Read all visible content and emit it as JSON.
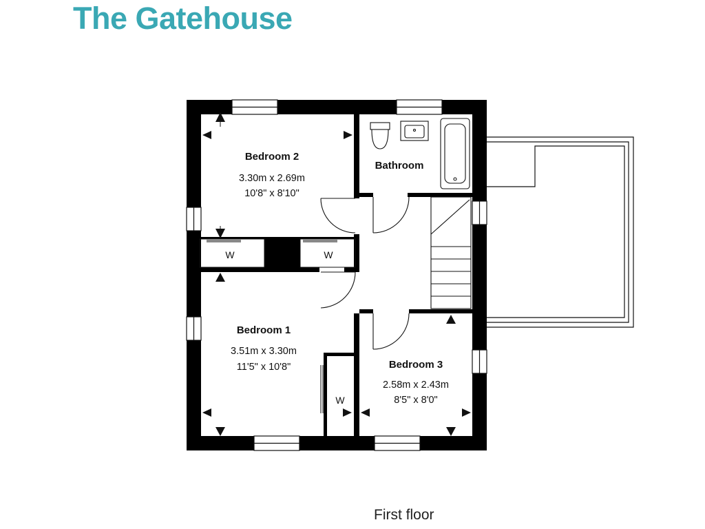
{
  "title": "The Gatehouse",
  "caption": "First floor",
  "colors": {
    "title": "#3aa8b4",
    "wall": "#000000",
    "line": "#111111"
  },
  "rooms": {
    "bedroom2": {
      "name": "Bedroom 2",
      "metric": "3.30m x 2.69m",
      "imperial": "10'8\" x 8'10\""
    },
    "bathroom": {
      "name": "Bathroom"
    },
    "bedroom1": {
      "name": "Bedroom 1",
      "metric": "3.51m x 3.30m",
      "imperial": "11'5\" x 10'8\""
    },
    "bedroom3": {
      "name": "Bedroom 3",
      "metric": "2.58m x 2.43m",
      "imperial": "8'5\" x 8'0\""
    }
  },
  "wardrobes": {
    "w1": "W",
    "w2": "W",
    "w3": "W"
  }
}
